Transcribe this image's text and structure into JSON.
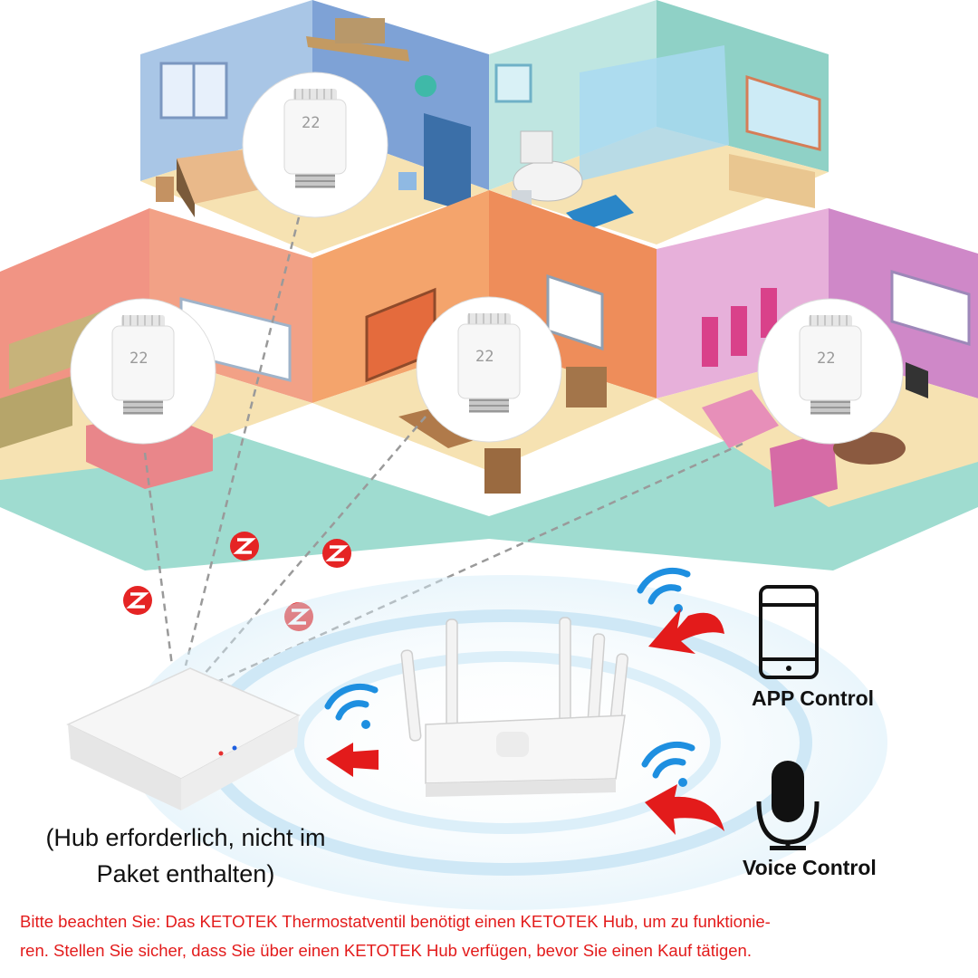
{
  "thermostat_display": "22",
  "hub": {
    "caption_line1": "(Hub erforderlich, nicht im",
    "caption_line2": "Paket enthalten)"
  },
  "controls": {
    "app_label": "APP Control",
    "voice_label": "Voice Control"
  },
  "notice": {
    "line1": "Bitte beachten Sie: Das KETOTEK Thermostatventil benötigt einen KETOTEK Hub, um zu funktionie-",
    "line2": "ren. Stellen Sie sicher, dass Sie über einen KETOTEK Hub verfügen, bevor Sie einen Kauf tätigen."
  },
  "colors": {
    "arrow_red": "#e31b1b",
    "wifi_blue": "#1e8fe0",
    "zigbee_red": "#e52424"
  },
  "icons": [
    "zigbee-icon",
    "wifi-icon",
    "smartphone-icon",
    "microphone-icon",
    "red-arrow-icon"
  ]
}
